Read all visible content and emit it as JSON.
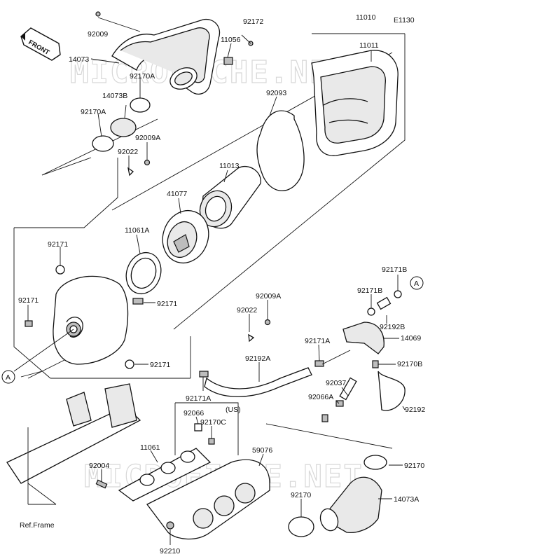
{
  "diagram_code": "E1130",
  "watermark": "MICROFICHE.NET",
  "front_badge": "FRONT",
  "ref_frame": "Ref.Frame",
  "region_note": "(US)",
  "callout_a": "A",
  "parts": {
    "p92009_top": "92009",
    "p14073": "14073",
    "p11056": "11056",
    "p92172": "92172",
    "p11010": "11010",
    "p11011": "11011",
    "p92170A_1": "92170A",
    "p14073B": "14073B",
    "p92170A_2": "92170A",
    "p92009A_1": "92009A",
    "p92022_1": "92022",
    "p92093": "92093",
    "p11013": "11013",
    "p41077": "41077",
    "p11061A": "11061A",
    "p92171_1": "92171",
    "p92171_2": "92171",
    "p92171_3": "92171",
    "p92171_4": "92171",
    "p92009A_2": "92009A",
    "p92022_2": "92022",
    "p92171B_1": "92171B",
    "p92171B_2": "92171B",
    "p92192B": "92192B",
    "p14069": "14069",
    "p92171A_1": "92171A",
    "p92192A": "92192A",
    "p92170B": "92170B",
    "p92037": "92037",
    "p92066A": "92066A",
    "p92192": "92192",
    "p92171A_2": "92171A",
    "p92066": "92066",
    "p92170C": "92170C",
    "p11061": "11061",
    "p59076": "59076",
    "p92004": "92004",
    "p92170_1": "92170",
    "p92170_2": "92170",
    "p14073A": "14073A",
    "p92210": "92210"
  }
}
